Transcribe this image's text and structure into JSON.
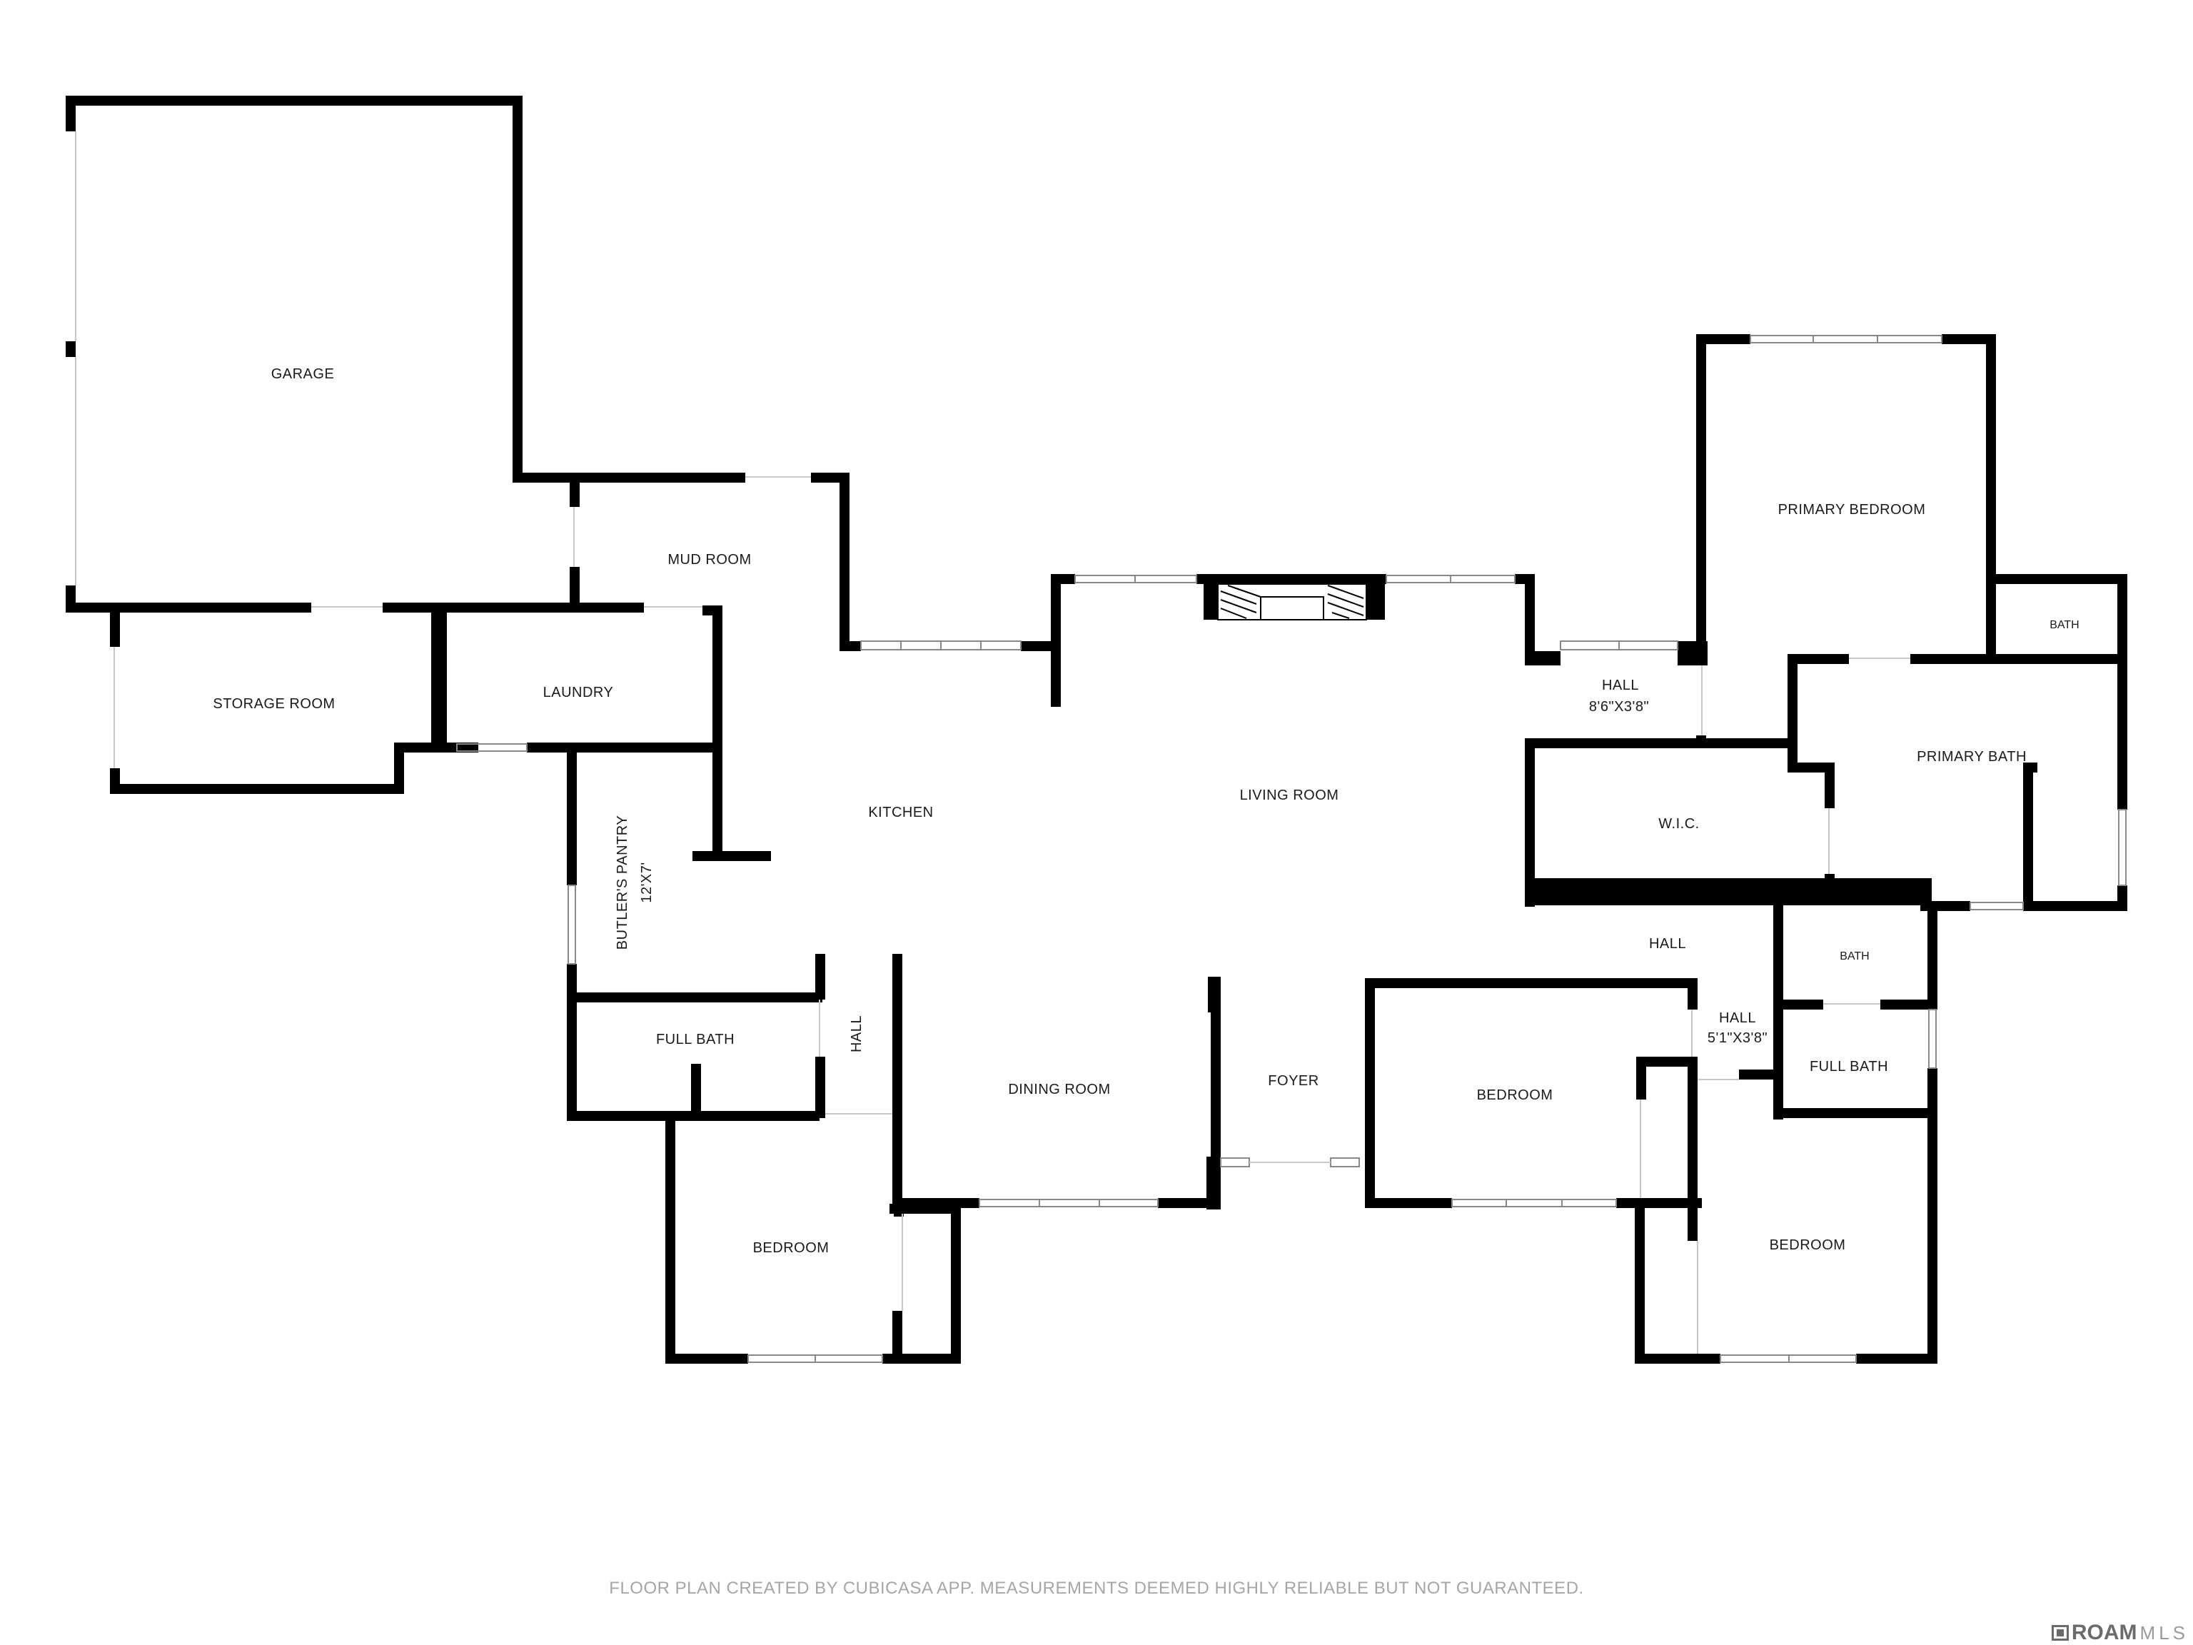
{
  "rooms": {
    "garage": "GARAGE",
    "mud_room": "MUD ROOM",
    "storage_room": "STORAGE ROOM",
    "laundry": "LAUNDRY",
    "kitchen": "KITCHEN",
    "butlers_pantry": "BUTLER'S PANTRY",
    "butlers_pantry_dim": "12'X7'",
    "living_room": "LIVING ROOM",
    "hall_top": "HALL",
    "hall_top_dim": "8'6\"X3'8\"",
    "primary_bedroom": "PRIMARY BEDROOM",
    "bath_top": "BATH",
    "primary_bath": "PRIMARY BATH",
    "wic": "W.I.C.",
    "hall_center": "HALL",
    "bath_mid": "BATH",
    "hall_right": "HALL",
    "hall_right_dim": "5'1\"X3'8\"",
    "full_bath_right": "FULL BATH",
    "full_bath_left": "FULL BATH",
    "hall_vertical": "HALL",
    "dining_room": "DINING ROOM",
    "foyer": "FOYER",
    "bedroom_center": "BEDROOM",
    "bedroom_left": "BEDROOM",
    "bedroom_right": "BEDROOM"
  },
  "footer": {
    "disclaimer": "FLOOR PLAN CREATED BY CUBICASA APP. MEASUREMENTS DEEMED HIGHLY RELIABLE BUT NOT GUARANTEED."
  },
  "brand": {
    "name_strong": "ROAM",
    "name_light": "MLS",
    "icon": "roam-logo-icon"
  },
  "colors": {
    "wall": "#000000",
    "window": "#888888",
    "footer_text": "#a6a6a6"
  }
}
